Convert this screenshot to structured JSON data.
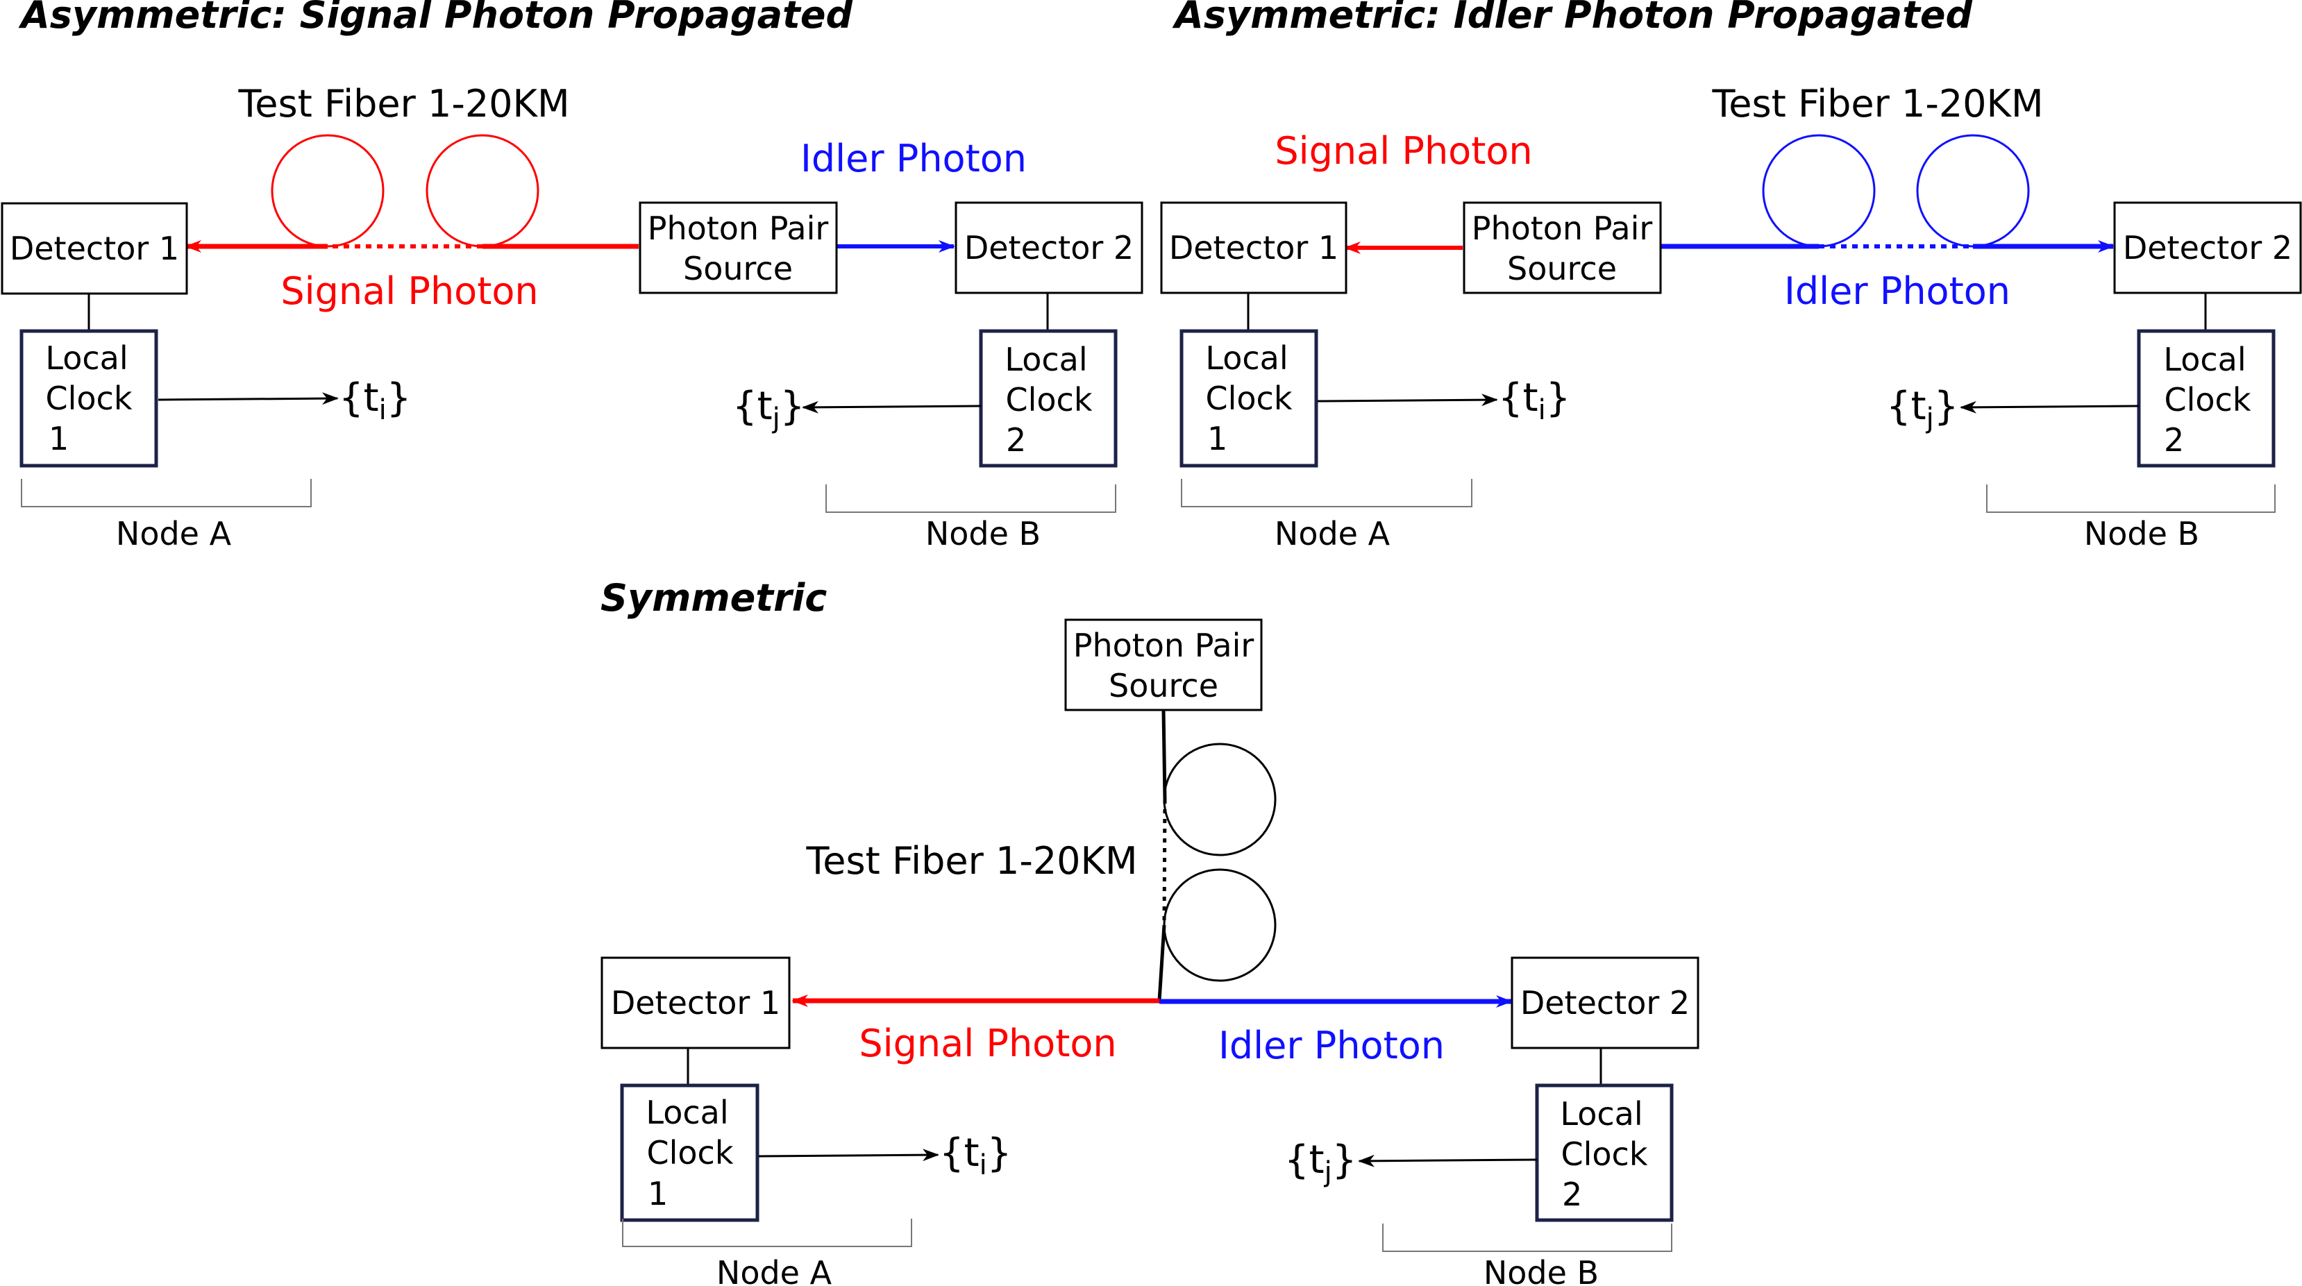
{
  "colors": {
    "signal": "#ff0000",
    "idler": "#1010ff",
    "ink": "#000000",
    "clock_border": "#1c2247"
  },
  "panel_signal": {
    "title": "Asymmetric: Signal Photon Propagated",
    "fiber_label": "Test Fiber 1-20KM",
    "signal_label": "Signal Photon",
    "idler_label": "Idler Photon",
    "source_line1": "Photon Pair",
    "source_line2": "Source",
    "detector1": "Detector 1",
    "detector2": "Detector 2",
    "clock1_line1": "Local",
    "clock1_line2": "Clock",
    "clock1_line3": "1",
    "clock2_line1": "Local",
    "clock2_line2": "Clock",
    "clock2_line3": "2",
    "ti": "{t",
    "ti_sub": "i",
    "ti_close": "}",
    "tj": "{t",
    "tj_sub": "j",
    "tj_close": "}",
    "node_a": "Node A",
    "node_b": "Node B"
  },
  "panel_idler": {
    "title": "Asymmetric: Idler Photon Propagated",
    "fiber_label": "Test Fiber 1-20KM",
    "signal_label": "Signal Photon",
    "idler_label": "Idler Photon",
    "source_line1": "Photon Pair",
    "source_line2": "Source",
    "detector1": "Detector 1",
    "detector2": "Detector 2",
    "clock1_line1": "Local",
    "clock1_line2": "Clock",
    "clock1_line3": "1",
    "clock2_line1": "Local",
    "clock2_line2": "Clock",
    "clock2_line3": "2",
    "ti": "{t",
    "ti_sub": "i",
    "ti_close": "}",
    "tj": "{t",
    "tj_sub": "j",
    "tj_close": "}",
    "node_a": "Node A",
    "node_b": "Node B"
  },
  "panel_symmetric": {
    "title": "Symmetric",
    "fiber_label": "Test Fiber 1-20KM",
    "signal_label": "Signal Photon",
    "idler_label": "Idler Photon",
    "source_line1": "Photon Pair",
    "source_line2": "Source",
    "detector1": "Detector 1",
    "detector2": "Detector 2",
    "clock1_line1": "Local",
    "clock1_line2": "Clock",
    "clock1_line3": "1",
    "clock2_line1": "Local",
    "clock2_line2": "Clock",
    "clock2_line3": "2",
    "ti": "{t",
    "ti_sub": "i",
    "ti_close": "}",
    "tj": "{t",
    "tj_sub": "j",
    "tj_close": "}",
    "node_a": "Node A",
    "node_b": "Node B"
  }
}
